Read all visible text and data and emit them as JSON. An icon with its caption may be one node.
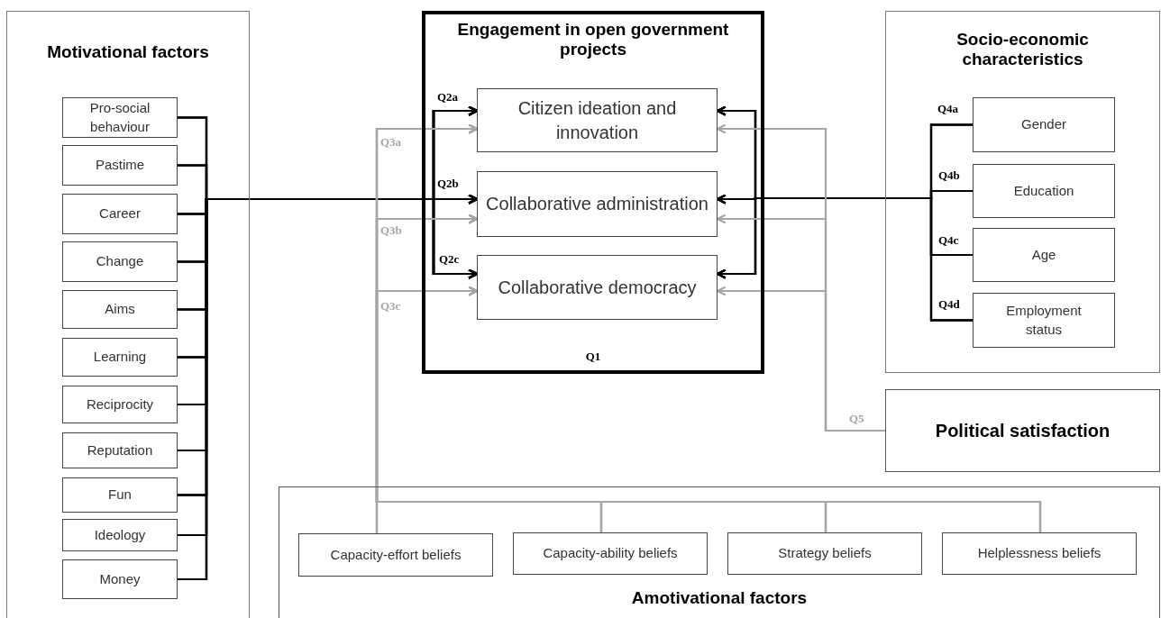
{
  "diagram": {
    "nodes": [
      {
        "text": [
          "Motivational factors"
        ]
      },
      {
        "text": [
          "Pro-social behaviour"
        ],
        "in": 0
      },
      {
        "text": [
          "Pastime"
        ],
        "in": 0
      },
      {
        "text": [
          "Career"
        ],
        "in": 0
      },
      {
        "text": [
          "Change"
        ],
        "in": 0
      },
      {
        "text": [
          "Aims"
        ],
        "in": 0
      },
      {
        "text": [
          "Learning"
        ],
        "in": 0
      },
      {
        "text": [
          "Reciprocity"
        ],
        "in": 0
      },
      {
        "text": [
          "Reputation"
        ],
        "in": 0
      },
      {
        "text": [
          "Fun"
        ],
        "in": 0
      },
      {
        "text": [
          "Ideology"
        ],
        "in": 0
      },
      {
        "text": [
          "Money"
        ],
        "in": 0
      },
      {
        "text": [
          "Engagement in open government projects",
          "Q1"
        ]
      },
      {
        "text": [
          "Citizen ideation and innovation"
        ],
        "in": 12
      },
      {
        "text": [
          "Collaborative administration"
        ],
        "in": 12
      },
      {
        "text": [
          "Collaborative democracy"
        ],
        "in": 12
      },
      {
        "text": [
          "Socio-economic characteristics"
        ]
      },
      {
        "text": [
          "Gender"
        ],
        "in": 16
      },
      {
        "text": [
          "Education"
        ],
        "in": 16
      },
      {
        "text": [
          "Age"
        ],
        "in": 16
      },
      {
        "text": [
          "Employment status"
        ],
        "in": 16
      },
      {
        "text": [
          "Political satisfaction"
        ]
      },
      {
        "text": [
          "Amotivational factors"
        ]
      },
      {
        "text": [
          "Capacity-effort beliefs"
        ],
        "in": 22
      },
      {
        "text": [
          "Capacity-ability beliefs"
        ],
        "in": 22
      },
      {
        "text": [
          "Strategy beliefs"
        ],
        "in": 22
      },
      {
        "text": [
          "Helplessness beliefs"
        ],
        "in": 22
      }
    ],
    "edges": [
      {
        "from": 1,
        "to": 13,
        "arrow": "to"
      },
      {
        "from": 1,
        "to": 14,
        "arrow": "to"
      },
      {
        "from": 1,
        "to": 15,
        "arrow": "to"
      },
      {
        "from": 2,
        "to": 13,
        "arrow": "to"
      },
      {
        "from": 2,
        "to": 14,
        "arrow": "to"
      },
      {
        "from": 2,
        "to": 15,
        "arrow": "to"
      },
      {
        "from": 3,
        "to": 13,
        "arrow": "to"
      },
      {
        "from": 3,
        "to": 14,
        "arrow": "to"
      },
      {
        "from": 3,
        "to": 15,
        "arrow": "to"
      },
      {
        "from": 4,
        "to": 13,
        "arrow": "to"
      },
      {
        "from": 4,
        "to": 14,
        "arrow": "to"
      },
      {
        "from": 4,
        "to": 15,
        "arrow": "to"
      },
      {
        "from": 5,
        "to": 13,
        "arrow": "to"
      },
      {
        "from": 5,
        "to": 14,
        "arrow": "to"
      },
      {
        "from": 5,
        "to": 15,
        "arrow": "to"
      },
      {
        "from": 6,
        "to": 13,
        "arrow": "to"
      },
      {
        "from": 6,
        "to": 14,
        "arrow": "to"
      },
      {
        "from": 6,
        "to": 15,
        "arrow": "to"
      },
      {
        "from": 7,
        "to": 13,
        "arrow": "to"
      },
      {
        "from": 7,
        "to": 14,
        "arrow": "to"
      },
      {
        "from": 7,
        "to": 15,
        "arrow": "to"
      },
      {
        "from": 8,
        "to": 13,
        "arrow": "to"
      },
      {
        "from": 8,
        "to": 14,
        "arrow": "to"
      },
      {
        "from": 8,
        "to": 15,
        "arrow": "to"
      },
      {
        "from": 9,
        "to": 13,
        "arrow": "to"
      },
      {
        "from": 9,
        "to": 14,
        "arrow": "to"
      },
      {
        "from": 9,
        "to": 15,
        "arrow": "to"
      },
      {
        "from": 10,
        "to": 13,
        "arrow": "to"
      },
      {
        "from": 10,
        "to": 14,
        "arrow": "to"
      },
      {
        "from": 10,
        "to": 15,
        "arrow": "to"
      },
      {
        "from": 11,
        "to": 13,
        "arrow": "to"
      },
      {
        "from": 11,
        "to": 14,
        "arrow": "to"
      },
      {
        "from": 11,
        "to": 15,
        "arrow": "to"
      },
      {
        "from": 17,
        "to": 13,
        "arrow": "to"
      },
      {
        "from": 17,
        "to": 14,
        "arrow": "to"
      },
      {
        "from": 17,
        "to": 15,
        "arrow": "to"
      },
      {
        "from": 18,
        "to": 13,
        "arrow": "to"
      },
      {
        "from": 18,
        "to": 14,
        "arrow": "to"
      },
      {
        "from": 18,
        "to": 15,
        "arrow": "to"
      },
      {
        "from": 19,
        "to": 13,
        "arrow": "to"
      },
      {
        "from": 19,
        "to": 14,
        "arrow": "to"
      },
      {
        "from": 19,
        "to": 15,
        "arrow": "to"
      },
      {
        "from": 20,
        "to": 13,
        "arrow": "to"
      },
      {
        "from": 20,
        "to": 14,
        "arrow": "to"
      },
      {
        "from": 20,
        "to": 15,
        "arrow": "to"
      },
      {
        "from": 23,
        "to": 13,
        "arrow": "to",
        "color": "#a6a6a6"
      },
      {
        "from": 23,
        "to": 14,
        "arrow": "to",
        "color": "#a6a6a6"
      },
      {
        "from": 23,
        "to": 15,
        "arrow": "to",
        "color": "#a6a6a6"
      },
      {
        "from": 24,
        "to": 13,
        "arrow": "to",
        "color": "#a6a6a6"
      },
      {
        "from": 24,
        "to": 14,
        "arrow": "to",
        "color": "#a6a6a6"
      },
      {
        "from": 24,
        "to": 15,
        "arrow": "to",
        "color": "#a6a6a6"
      },
      {
        "from": 25,
        "to": 13,
        "arrow": "to",
        "color": "#a6a6a6"
      },
      {
        "from": 25,
        "to": 14,
        "arrow": "to",
        "color": "#a6a6a6"
      },
      {
        "from": 25,
        "to": 15,
        "arrow": "to",
        "color": "#a6a6a6"
      },
      {
        "from": 26,
        "to": 13,
        "arrow": "to",
        "color": "#a6a6a6"
      },
      {
        "from": 26,
        "to": 14,
        "arrow": "to",
        "color": "#a6a6a6"
      },
      {
        "from": 26,
        "to": 15,
        "arrow": "to",
        "color": "#a6a6a6"
      },
      {
        "from": 21,
        "to": 13,
        "arrow": "to",
        "color": "#a6a6a6"
      },
      {
        "from": 21,
        "to": 14,
        "arrow": "to",
        "color": "#a6a6a6"
      },
      {
        "from": 21,
        "to": 15,
        "arrow": "to",
        "color": "#a6a6a6"
      }
    ],
    "labels": [
      "Q2a",
      "Q3a",
      "Q2b",
      "Q3b",
      "Q2c",
      "Q3c",
      "Q4a",
      "Q4b",
      "Q4c",
      "Q4d",
      "Q5"
    ]
  }
}
